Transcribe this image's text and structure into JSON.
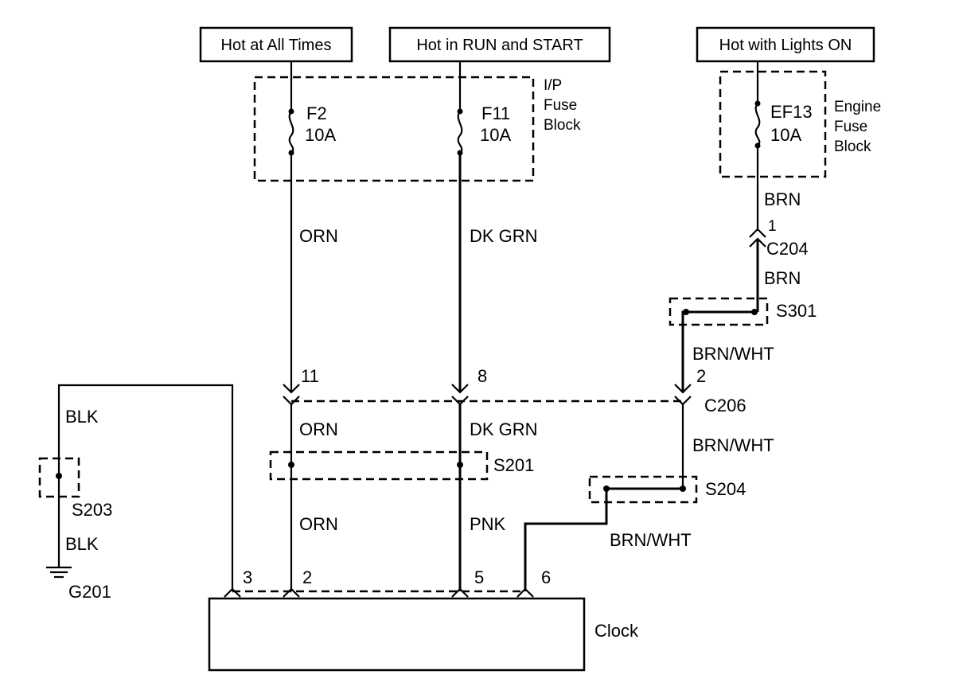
{
  "sources": {
    "hot_all_times": "Hot at All Times",
    "hot_run_start": "Hot in RUN and START",
    "hot_lights_on": "Hot with Lights ON"
  },
  "fuse_blocks": {
    "ip": {
      "line1": "I/P",
      "line2": "Fuse",
      "line3": "Block"
    },
    "engine": {
      "line1": "Engine",
      "line2": "Fuse",
      "line3": "Block"
    }
  },
  "fuses": {
    "f2": {
      "name": "F2",
      "rating": "10A"
    },
    "f11": {
      "name": "F11",
      "rating": "10A"
    },
    "ef13": {
      "name": "EF13",
      "rating": "10A"
    }
  },
  "wires": {
    "orn_upper": "ORN",
    "dkgrn_upper": "DK GRN",
    "brn_1": "BRN",
    "brn_2": "BRN",
    "brnwht_1": "BRN/WHT",
    "brnwht_2": "BRN/WHT",
    "brnwht_3": "BRN/WHT",
    "orn_mid": "ORN",
    "dkgrn_mid": "DK GRN",
    "orn_lower": "ORN",
    "pnk": "PNK",
    "blk_upper": "BLK",
    "blk_lower": "BLK"
  },
  "connectors": {
    "c204": {
      "name": "C204",
      "pin": "1"
    },
    "c206": {
      "name": "C206",
      "pin_orn": "11",
      "pin_dkgrn": "8",
      "pin_brnwht": "2"
    },
    "clock_pins": {
      "p3": "3",
      "p2": "2",
      "p5": "5",
      "p6": "6"
    }
  },
  "splices": {
    "s301": "S301",
    "s201": "S201",
    "s204": "S204",
    "s203": "S203"
  },
  "ground": "G201",
  "component": "Clock"
}
